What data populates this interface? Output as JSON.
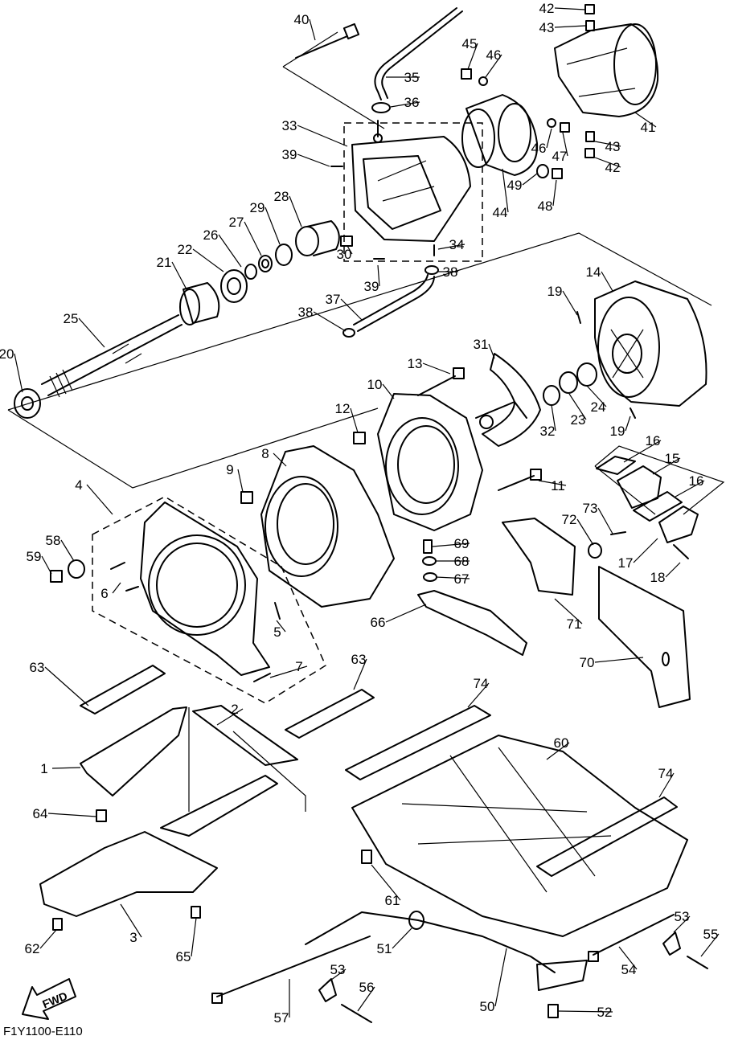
{
  "drawing_code": "F1Y1100-E110",
  "direction_label": "FWD",
  "callouts": [
    {
      "id": "c1",
      "text": "1"
    },
    {
      "id": "c2",
      "text": "2"
    },
    {
      "id": "c3",
      "text": "3"
    },
    {
      "id": "c4",
      "text": "4"
    },
    {
      "id": "c5",
      "text": "5"
    },
    {
      "id": "c6",
      "text": "6"
    },
    {
      "id": "c7",
      "text": "7"
    },
    {
      "id": "c8",
      "text": "8"
    },
    {
      "id": "c9",
      "text": "9"
    },
    {
      "id": "c10",
      "text": "10"
    },
    {
      "id": "c11",
      "text": "11"
    },
    {
      "id": "c12",
      "text": "12"
    },
    {
      "id": "c13",
      "text": "13"
    },
    {
      "id": "c14",
      "text": "14"
    },
    {
      "id": "c15",
      "text": "15"
    },
    {
      "id": "c16a",
      "text": "16"
    },
    {
      "id": "c16b",
      "text": "16"
    },
    {
      "id": "c17",
      "text": "17"
    },
    {
      "id": "c18",
      "text": "18"
    },
    {
      "id": "c19a",
      "text": "19"
    },
    {
      "id": "c19b",
      "text": "19"
    },
    {
      "id": "c20",
      "text": "20"
    },
    {
      "id": "c21",
      "text": "21"
    },
    {
      "id": "c22",
      "text": "22"
    },
    {
      "id": "c23",
      "text": "23"
    },
    {
      "id": "c24",
      "text": "24"
    },
    {
      "id": "c25",
      "text": "25"
    },
    {
      "id": "c26",
      "text": "26"
    },
    {
      "id": "c27",
      "text": "27"
    },
    {
      "id": "c28",
      "text": "28"
    },
    {
      "id": "c29",
      "text": "29"
    },
    {
      "id": "c30",
      "text": "30"
    },
    {
      "id": "c31",
      "text": "31"
    },
    {
      "id": "c32",
      "text": "32"
    },
    {
      "id": "c33",
      "text": "33"
    },
    {
      "id": "c34",
      "text": "34"
    },
    {
      "id": "c35",
      "text": "35"
    },
    {
      "id": "c36",
      "text": "36"
    },
    {
      "id": "c37",
      "text": "37"
    },
    {
      "id": "c38a",
      "text": "38"
    },
    {
      "id": "c38b",
      "text": "38"
    },
    {
      "id": "c39a",
      "text": "39"
    },
    {
      "id": "c39b",
      "text": "39"
    },
    {
      "id": "c40",
      "text": "40"
    },
    {
      "id": "c41",
      "text": "41"
    },
    {
      "id": "c42a",
      "text": "42"
    },
    {
      "id": "c42b",
      "text": "42"
    },
    {
      "id": "c43a",
      "text": "43"
    },
    {
      "id": "c43b",
      "text": "43"
    },
    {
      "id": "c44",
      "text": "44"
    },
    {
      "id": "c45",
      "text": "45"
    },
    {
      "id": "c46a",
      "text": "46"
    },
    {
      "id": "c46b",
      "text": "46"
    },
    {
      "id": "c47",
      "text": "47"
    },
    {
      "id": "c48",
      "text": "48"
    },
    {
      "id": "c49",
      "text": "49"
    },
    {
      "id": "c50",
      "text": "50"
    },
    {
      "id": "c51",
      "text": "51"
    },
    {
      "id": "c52",
      "text": "52"
    },
    {
      "id": "c53a",
      "text": "53"
    },
    {
      "id": "c53b",
      "text": "53"
    },
    {
      "id": "c54",
      "text": "54"
    },
    {
      "id": "c55",
      "text": "55"
    },
    {
      "id": "c56",
      "text": "56"
    },
    {
      "id": "c57",
      "text": "57"
    },
    {
      "id": "c58",
      "text": "58"
    },
    {
      "id": "c59",
      "text": "59"
    },
    {
      "id": "c60",
      "text": "60"
    },
    {
      "id": "c61",
      "text": "61"
    },
    {
      "id": "c62",
      "text": "62"
    },
    {
      "id": "c63a",
      "text": "63"
    },
    {
      "id": "c63b",
      "text": "63"
    },
    {
      "id": "c64",
      "text": "64"
    },
    {
      "id": "c65",
      "text": "65"
    },
    {
      "id": "c66",
      "text": "66"
    },
    {
      "id": "c67",
      "text": "67"
    },
    {
      "id": "c68",
      "text": "68"
    },
    {
      "id": "c69",
      "text": "69"
    },
    {
      "id": "c70",
      "text": "70"
    },
    {
      "id": "c71",
      "text": "71"
    },
    {
      "id": "c72",
      "text": "72"
    },
    {
      "id": "c73",
      "text": "73"
    },
    {
      "id": "c74a",
      "text": "74"
    },
    {
      "id": "c74b",
      "text": "74"
    }
  ]
}
